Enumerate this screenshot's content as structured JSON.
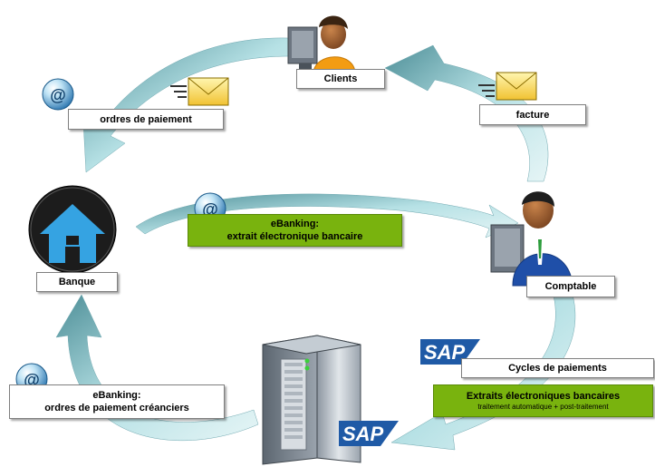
{
  "nodes": {
    "clients": "Clients",
    "facture": "facture",
    "ordres_paiement": "ordres de paiement",
    "banque": "Banque",
    "comptable": "Comptable",
    "ebanking_extrait_title": "eBanking:",
    "ebanking_extrait_sub": "extrait électronique bancaire",
    "cycles_paiements": "Cycles de paiements",
    "extraits_title": "Extraits électroniques bancaires",
    "extraits_sub": "traitement automatique + post-traitement",
    "ebanking_ordres_title": "eBanking:",
    "ebanking_ordres_sub": "ordres de paiement créanciers"
  },
  "logos": {
    "sap_top": "SAP",
    "sap_bottom": "SAP"
  },
  "icons": [
    "email-icon",
    "envelope-icon",
    "person-at-computer-icon",
    "house-icon",
    "server-icon",
    "sap-logo"
  ],
  "colors": {
    "arrow": "#a9d7dc",
    "arrow_dark": "#4f8f98",
    "green_box": "#79b30e",
    "sap_blue": "#1f5aa6",
    "banque_circle": "#222222",
    "house": "#2f9cdc"
  }
}
